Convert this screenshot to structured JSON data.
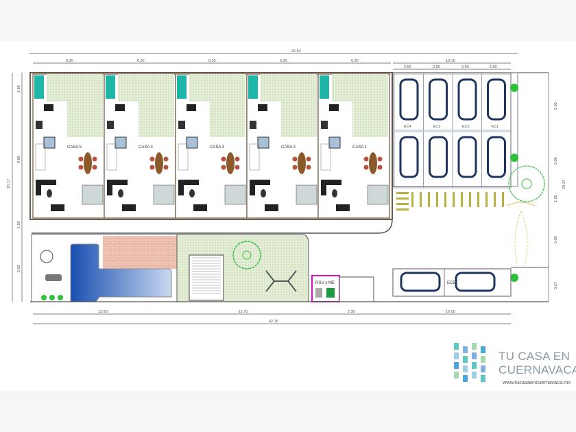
{
  "plan": {
    "overall_top": "42.54",
    "house_widths": [
      "6.30",
      "6.30",
      "6.30",
      "6.30",
      "6.30"
    ],
    "parking_total": "10.10",
    "parking_cells": [
      "2.50",
      "2.50",
      "2.50",
      "2.50"
    ],
    "houses": [
      "CASA 5",
      "CASA 4",
      "CASA 3",
      "CASA 2",
      "CASA 1"
    ],
    "parking_labels": [
      "EC4",
      "EC3",
      "EC2",
      "EC1"
    ],
    "lower_parking_label": "EC5",
    "waste_room": "RSU y ME",
    "left_dims": [
      "2.80",
      "9.80",
      "1.50",
      "5.83"
    ],
    "overall_left": "20.17",
    "right_dims": [
      "5.00",
      "5.00",
      "1.50",
      "5.00",
      "3.27"
    ],
    "overall_right": "20.17",
    "bottom_dims": [
      "12.80",
      "11.70",
      "7.30",
      "10.00"
    ],
    "overall_bottom": "42.16",
    "colors": {
      "wall": "#8a7560",
      "garden": "#dfe9cf",
      "car": "#1e3560",
      "pool": "#1a4fb0",
      "tree": "#2fbf3a",
      "accent": "#d60fc2"
    }
  },
  "logo": {
    "line1": "TU CASA EN",
    "line2": "CUERNAVACA",
    "url": "www.tucasaencuernavaca.mx"
  }
}
